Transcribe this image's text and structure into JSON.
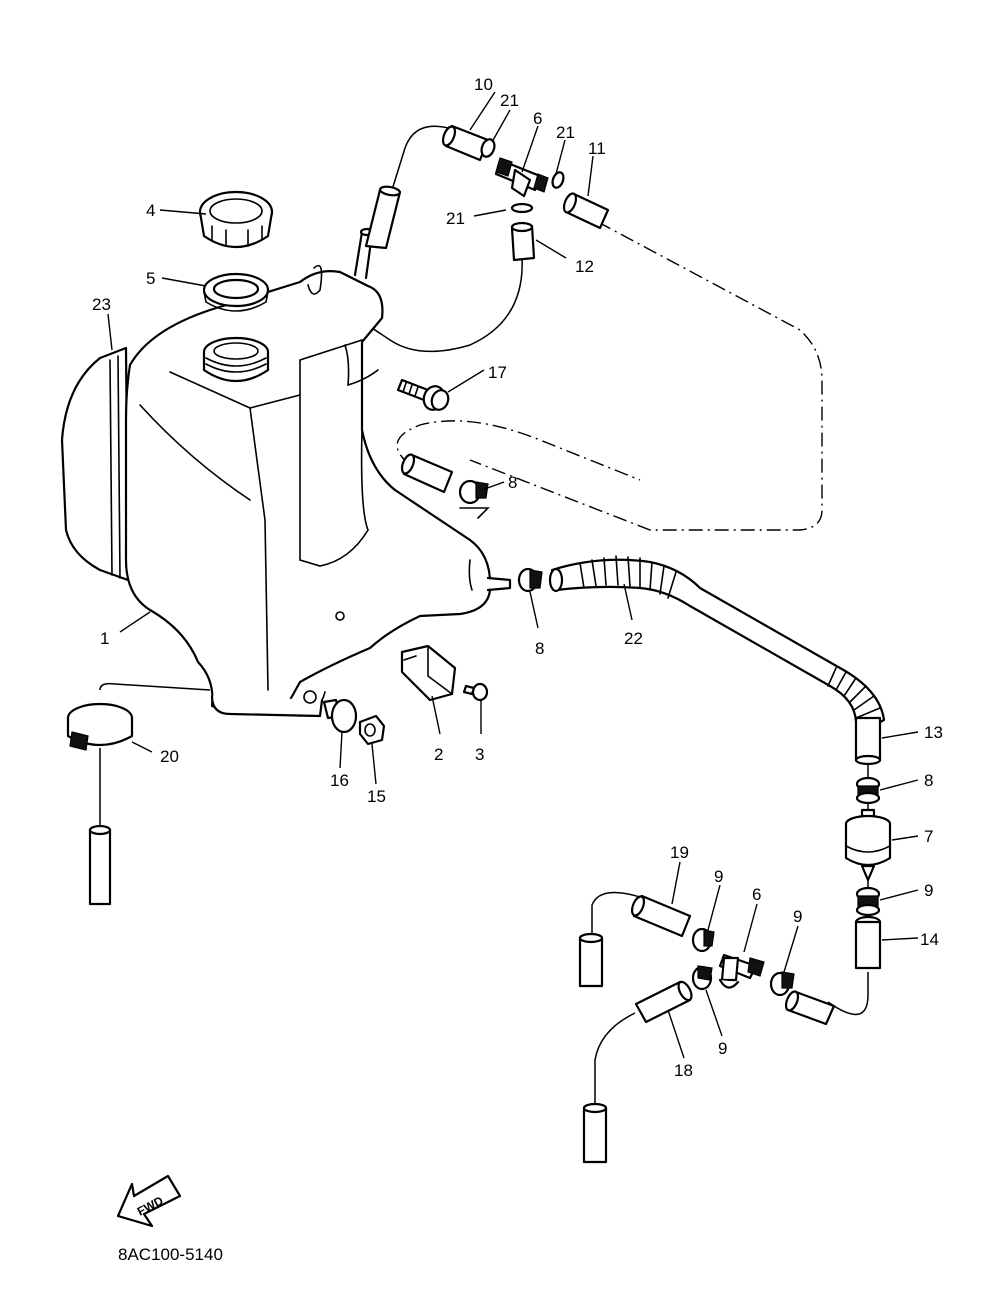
{
  "diagram": {
    "catalog_code": "8AC100-5140",
    "direction_label": "FWD",
    "callouts": [
      "1",
      "2",
      "3",
      "4",
      "5",
      "6",
      "6",
      "7",
      "8",
      "8",
      "8",
      "9",
      "9",
      "9",
      "9",
      "10",
      "11",
      "12",
      "13",
      "14",
      "15",
      "16",
      "17",
      "18",
      "19",
      "20",
      "21",
      "21",
      "21",
      "22",
      "23"
    ]
  }
}
